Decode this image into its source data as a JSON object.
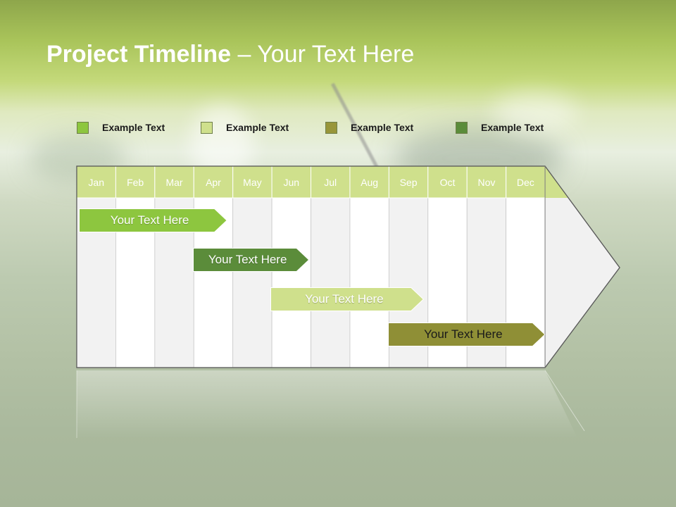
{
  "title": {
    "bold": "Project Timeline",
    "rest": " – Your Text Here"
  },
  "legend": [
    {
      "label": "Example Text",
      "color": "#8dc63f"
    },
    {
      "label": "Example Text",
      "color": "#cfe08c"
    },
    {
      "label": "Example Text",
      "color": "#98963a"
    },
    {
      "label": "Example Text",
      "color": "#5b8c3a"
    }
  ],
  "timeline": {
    "months": [
      "Jan",
      "Feb",
      "Mar",
      "Apr",
      "May",
      "Jun",
      "Jul",
      "Aug",
      "Sep",
      "Oct",
      "Nov",
      "Dec"
    ],
    "header_color": "#cfe08c",
    "tasks": [
      {
        "label": "Your  Text Here",
        "start": 0.05,
        "end": 3.85,
        "color": "#8dc63f",
        "text_dark": false
      },
      {
        "label": "Your  Text Here",
        "start": 2.97,
        "end": 5.95,
        "color": "#5b8c3a",
        "text_dark": false
      },
      {
        "label": "Your  Text Here",
        "start": 4.97,
        "end": 8.9,
        "color": "#cfe08c",
        "text_dark": false
      },
      {
        "label": "Your  Text Here",
        "start": 7.97,
        "end": 12.0,
        "color": "#8f8f36",
        "text_dark": true
      }
    ]
  }
}
